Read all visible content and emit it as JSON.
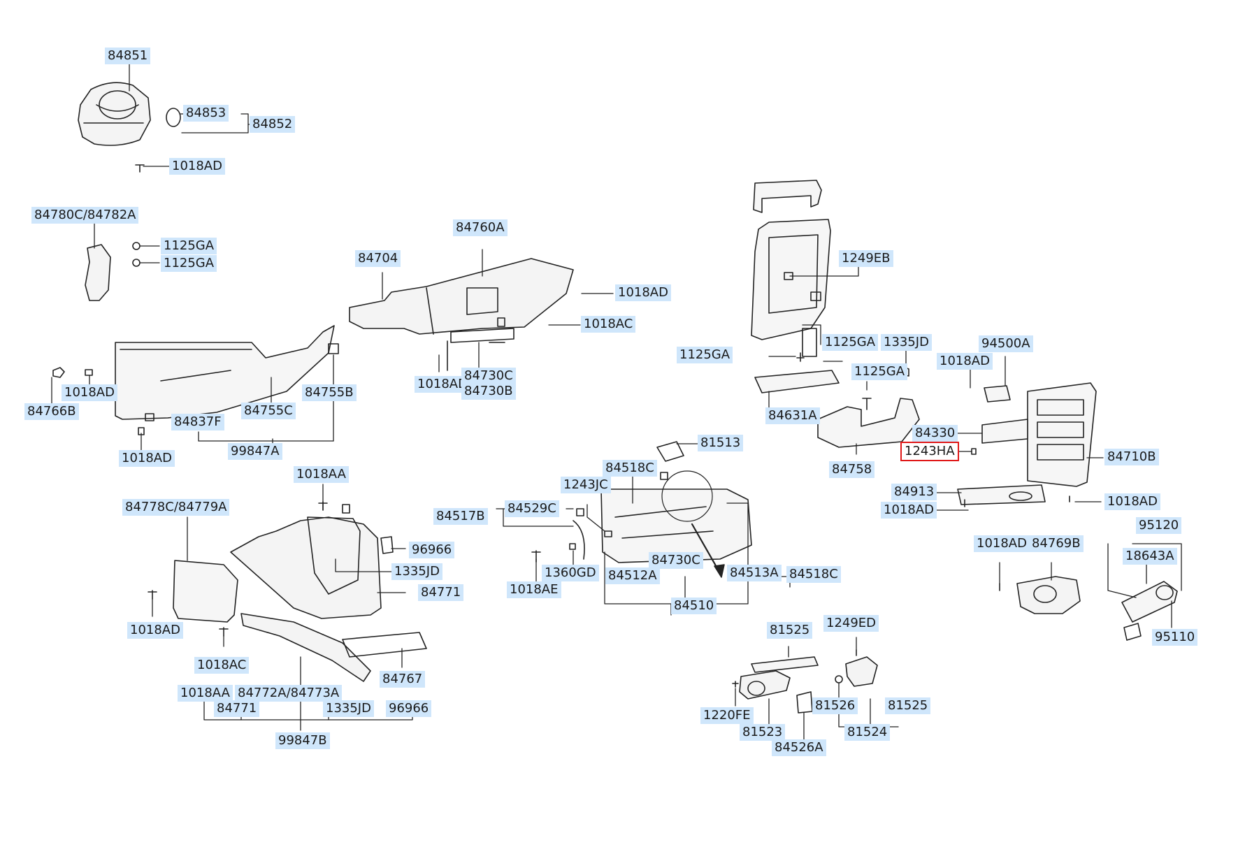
{
  "labels": {
    "p84851": "84851",
    "p84853": "84853",
    "p84852": "84852",
    "p1018AD_a": "1018AD",
    "p84780C": "84780C/84782A",
    "p1125GA_a": "1125GA",
    "p1125GA_b": "1125GA",
    "p84760A": "84760A",
    "p84704": "84704",
    "p1018AD_b": "1018AD",
    "p1018AC_a": "1018AC",
    "p1018AD_c": "1018AD",
    "p84730C_a": "84730C",
    "p84730B": "84730B",
    "p1018AD_d": "1018AD",
    "p84766B": "84766B",
    "p84755B": "84755B",
    "p84755C": "84755C",
    "p84837F": "84837F",
    "p1018AD_e": "1018AD",
    "p99847A": "99847A",
    "p1249EB": "1249EB",
    "p1125GA_c": "1125GA",
    "p1335JD_a": "1335JD",
    "p94500A": "94500A",
    "p1125GA_d": "1125GA",
    "p1018AD_f": "1018AD",
    "p1125GA_e": "1125GA",
    "p84631A": "84631A",
    "p84330": "84330",
    "p1243HA": "1243HA",
    "p84710B": "84710B",
    "p84758": "84758",
    "p84913": "84913",
    "p1018AD_g": "1018AD",
    "p1018AD_h": "1018AD",
    "p95120": "95120",
    "p1018AD_i": "1018AD",
    "p84769B": "84769B",
    "p18643A": "18643A",
    "p95110": "95110",
    "p81513": "81513",
    "p84518C_a": "84518C",
    "p1243JC": "1243JC",
    "p84517B": "84517B",
    "p84529C": "84529C",
    "p1360GD": "1360GD",
    "p84730C_b": "84730C",
    "p84513A": "84513A",
    "p84518C_b": "84518C",
    "p84512A": "84512A",
    "p1018AE": "1018AE",
    "p84510": "84510",
    "p1018AA_a": "1018AA",
    "p84778C": "84778C/84779A",
    "p96966_a": "96966",
    "p1335JD_b": "1335JD",
    "p84771_a": "84771",
    "p1018AD_j": "1018AD",
    "p1018AC_b": "1018AC",
    "p84767": "84767",
    "p1018AA_b": "1018AA",
    "p84772A": "84772A/84773A",
    "p84771_b": "84771",
    "p1335JD_c": "1335JD",
    "p96966_b": "96966",
    "p99847B": "99847B",
    "p81525_a": "81525",
    "p1249ED": "1249ED",
    "p1220FE": "1220FE",
    "p81526": "81526",
    "p81525_b": "81525",
    "p81523": "81523",
    "p81524": "81524",
    "p84526A": "84526A"
  },
  "colors": {
    "label_bg": "#cfe6fb",
    "highlight_border": "#e01818",
    "line": "#1a1a1a"
  }
}
